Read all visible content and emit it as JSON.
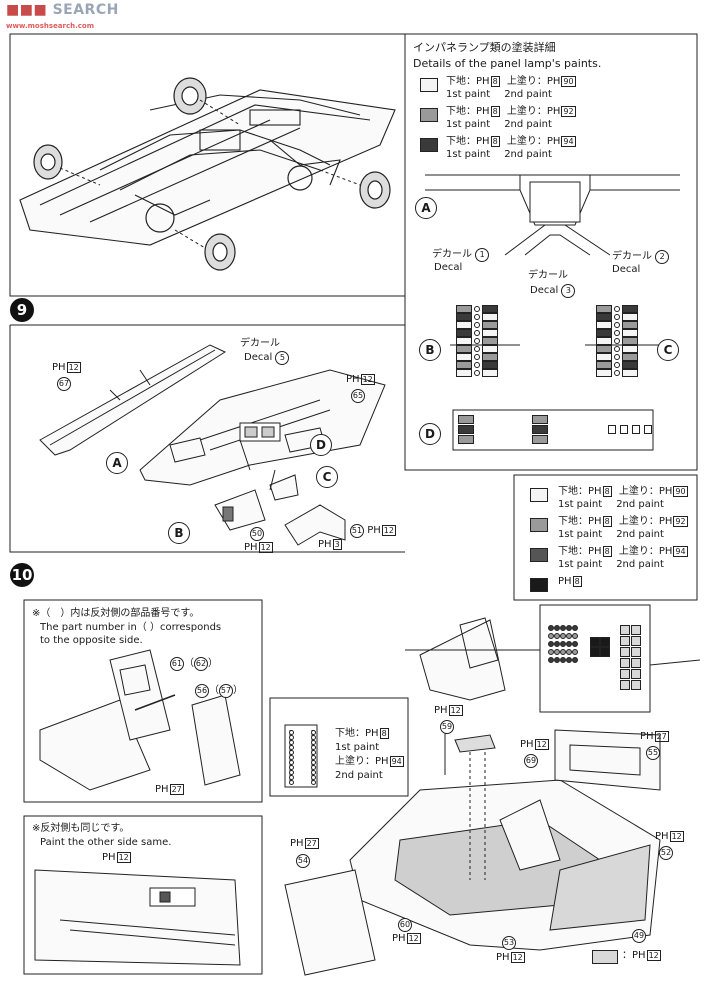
{
  "watermark": {
    "brand": "SEARCH",
    "site": "www.moshsearch.com"
  },
  "steps": {
    "s9": "9",
    "s10": "10"
  },
  "labels": {
    "a": "A",
    "b": "B",
    "c": "C",
    "d": "D"
  },
  "paint": {
    "ph": "PH",
    "under": "下地：",
    "top": "上塗り：",
    "first": "1st paint",
    "second": "2nd paint",
    "c8": "8",
    "c90": "90",
    "c92": "92",
    "c94": "94",
    "c12": "12",
    "c27": "27",
    "c3": "3",
    "colors": {
      "light": "#f4f4f4",
      "mid": "#9a9a9a",
      "dark": "#3a3a3a",
      "black": "#1a1a1a",
      "pale": "#d8d8d8"
    }
  },
  "lamp_panel": {
    "title_jp": "インパネランプ類の塗装詳細",
    "title_en": "Details of the panel lamp's paints."
  },
  "decal": {
    "jp": "デカール",
    "en": "Decal",
    "n1": "1",
    "n2": "2",
    "n3": "3",
    "n5": "5"
  },
  "parts": {
    "p49": "49",
    "p50": "50",
    "p51": "51",
    "p52": "52",
    "p53": "53",
    "p54": "54",
    "p55": "55",
    "p56": "56",
    "p57": "57",
    "p59": "59",
    "p60": "60",
    "p61": "61",
    "p62": "62",
    "p65": "65",
    "p67": "67",
    "p69": "69"
  },
  "notes": {
    "opp_jp": "※（　）内は反対側の部品番号です。",
    "opp_en1": "The part number in（ ）corresponds",
    "opp_en2": "to the opposite side.",
    "same_jp": "※反対側も同じです。",
    "same_en": "Paint the other side same."
  }
}
